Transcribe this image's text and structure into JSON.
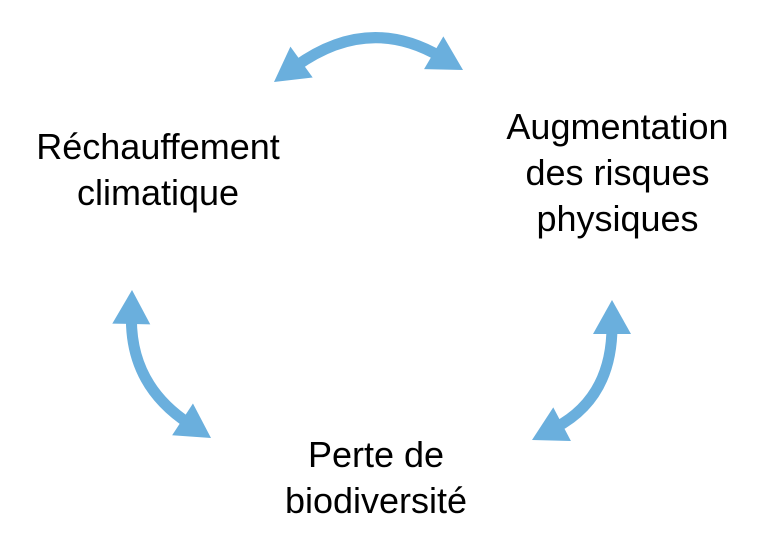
{
  "diagram": {
    "arrow_color": "#6aafdd",
    "text_color": "#000000",
    "nodes": {
      "rechauffement": {
        "lines": [
          "Réchauffement",
          "climatique"
        ]
      },
      "risques": {
        "lines": [
          "Augmentation",
          "des risques",
          "physiques"
        ]
      },
      "biodiversite": {
        "lines": [
          "Perte de",
          "biodiversité"
        ]
      }
    },
    "edges": [
      {
        "from": "rechauffement",
        "to": "risques",
        "direction": "both"
      },
      {
        "from": "risques",
        "to": "biodiversite",
        "direction": "both"
      },
      {
        "from": "biodiversite",
        "to": "rechauffement",
        "direction": "both"
      }
    ]
  }
}
